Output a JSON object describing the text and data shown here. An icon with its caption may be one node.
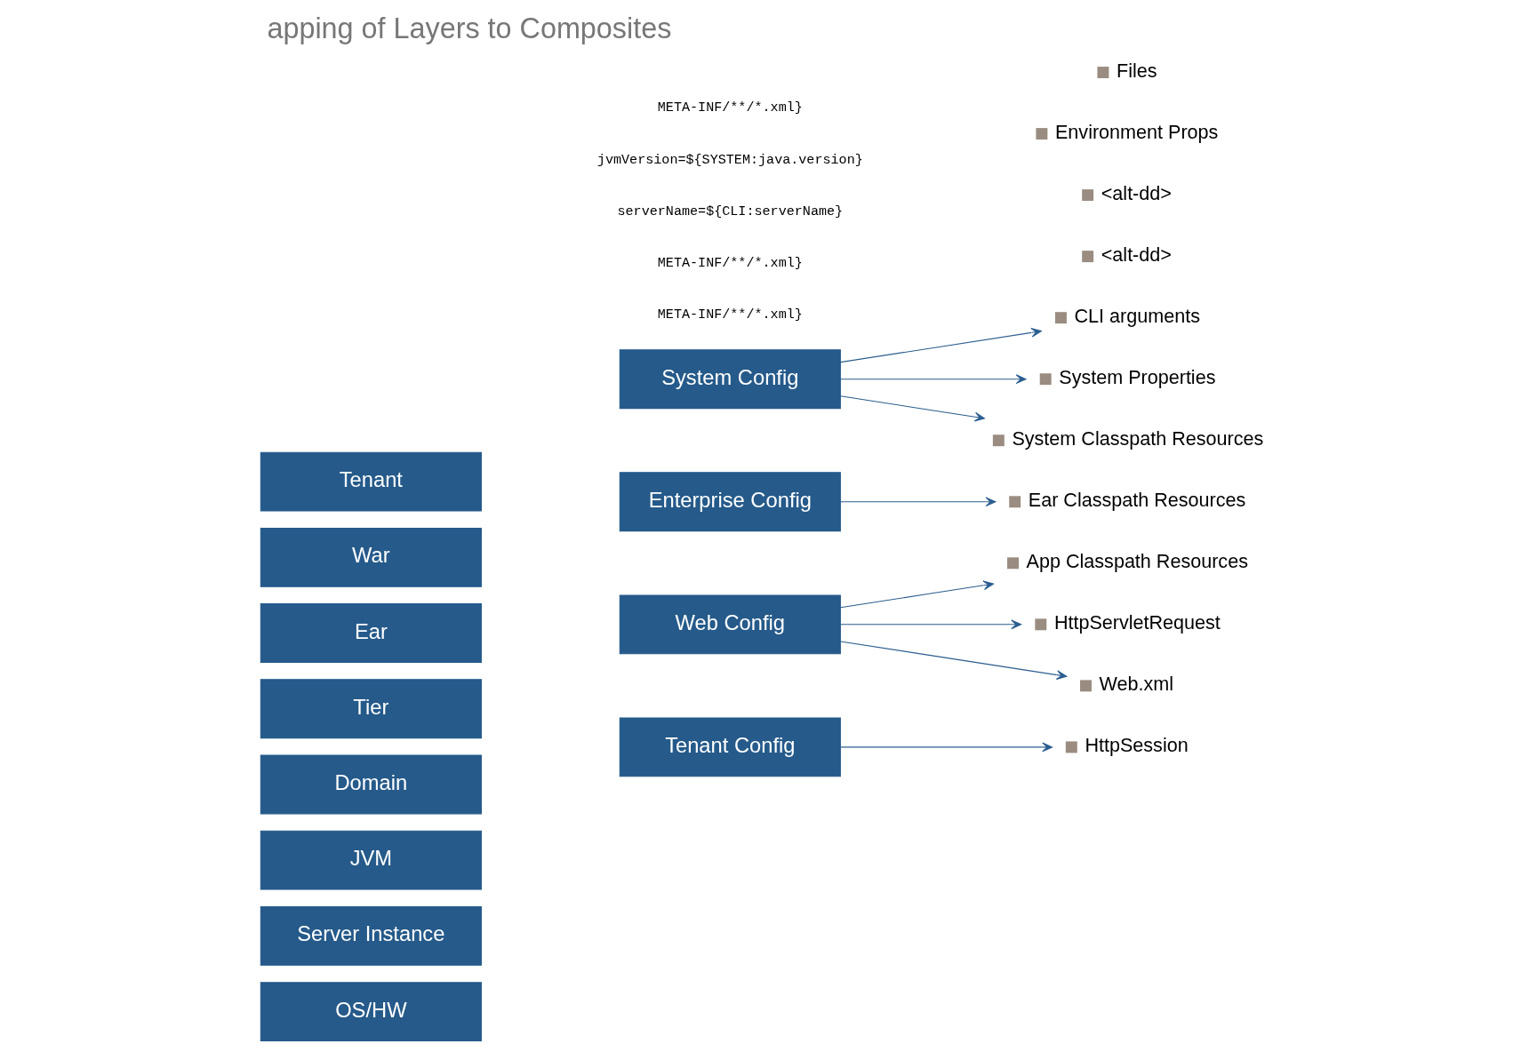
{
  "diagram": {
    "title": "apping of Layers to Composites",
    "nodes": [
      {
        "text": [
          "Tenant"
        ]
      },
      {
        "text": [
          "War"
        ]
      },
      {
        "text": [
          "Ear"
        ]
      },
      {
        "text": [
          "Tier"
        ]
      },
      {
        "text": [
          "Domain"
        ]
      },
      {
        "text": [
          "JVM"
        ]
      },
      {
        "text": [
          "Server Instance"
        ]
      },
      {
        "text": [
          "OS/HW"
        ]
      },
      {
        "text": [
          "Tenant Config"
        ]
      },
      {
        "text": [
          "Web Config"
        ]
      },
      {
        "text": [
          "Enterprise Config"
        ]
      },
      {
        "text": [
          "System Config"
        ]
      },
      {
        "text": [
          "App Classpath Resources"
        ]
      },
      {
        "text": [
          "HttpServletRequest"
        ]
      },
      {
        "text": [
          "HttpSession"
        ]
      },
      {
        "text": [
          "Web.xml"
        ]
      },
      {
        "text": [
          "<alt-dd>"
        ]
      },
      {
        "text": [
          "Ear Classpath Resources"
        ]
      },
      {
        "text": [
          "<alt-dd>"
        ]
      },
      {
        "text": [
          "CLI arguments"
        ]
      },
      {
        "text": [
          "Environment Props"
        ]
      },
      {
        "text": [
          "System Properties"
        ]
      },
      {
        "text": [
          "System Classpath Resources"
        ]
      },
      {
        "text": [
          "Files"
        ]
      }
    ],
    "edges": [
      {
        "from": 8,
        "to": 14,
        "arrow": "to"
      },
      {
        "from": 9,
        "to": 12,
        "arrow": "to"
      },
      {
        "from": 9,
        "to": 13,
        "arrow": "to"
      },
      {
        "from": 9,
        "to": 15,
        "arrow": "to"
      },
      {
        "from": 10,
        "to": 17,
        "arrow": "to"
      },
      {
        "from": 11,
        "to": 19,
        "arrow": "to"
      },
      {
        "from": 11,
        "to": 21,
        "arrow": "to"
      },
      {
        "from": 11,
        "to": 22,
        "arrow": "to"
      }
    ],
    "labels": [
      "META-INF/**/*.xml}",
      "META-INF/**/*.xml}",
      "serverName=${CLI:serverName}",
      "jvmVersion=${SYSTEM:java.version}",
      "META-INF/**/*.xml}"
    ]
  }
}
